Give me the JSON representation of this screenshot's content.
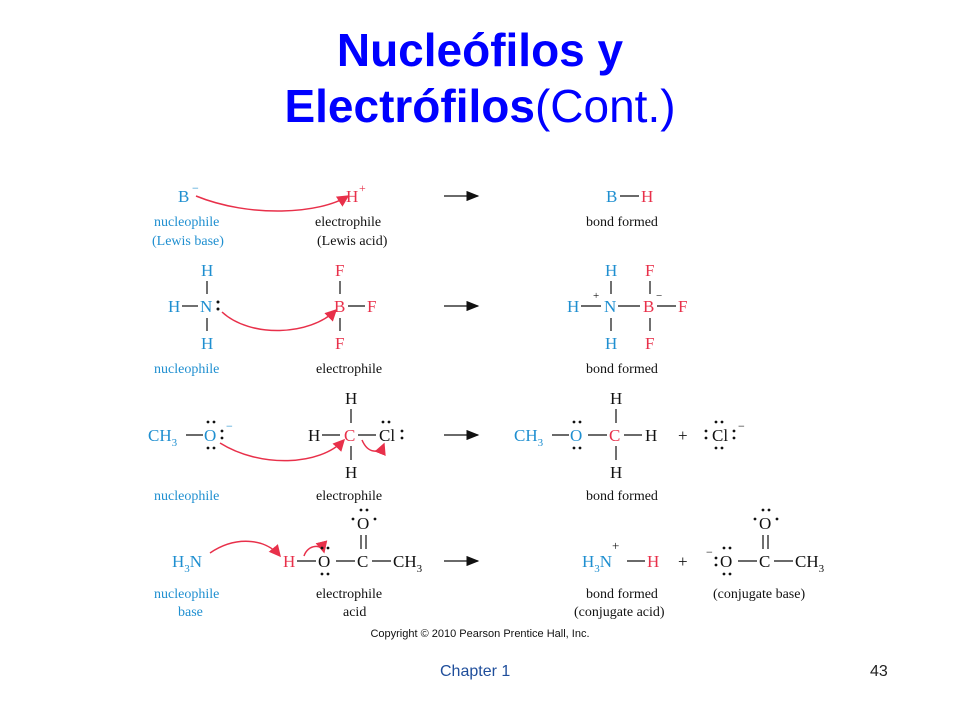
{
  "title": {
    "bold_part_line1": "Nucleófilos y",
    "bold_part_line2": "Electrófilos",
    "normal_part": "(Cont.)"
  },
  "labels": {
    "nucleophile": "nucleophile",
    "lewis_base": "(Lewis base)",
    "electrophile": "electrophile",
    "lewis_acid": "(Lewis acid)",
    "bond_formed": "bond formed",
    "base": "base",
    "acid": "acid",
    "conjugate_acid": "(conjugate acid)",
    "conjugate_base": "(conjugate base)"
  },
  "atoms": {
    "B": "B",
    "H": "H",
    "N": "N",
    "F": "F",
    "O": "O",
    "C": "C",
    "Cl": "Cl",
    "CH": "CH",
    "sub3": "3"
  },
  "charges": {
    "minus": "−",
    "plus": "+"
  },
  "copyright": "Copyright © 2010 Pearson Prentice Hall, Inc.",
  "footer": {
    "chapter": "Chapter 1",
    "page": "43"
  },
  "colors": {
    "title": "#0000ff",
    "blue_label": "#1f8fd0",
    "red_atom": "#e8304a"
  }
}
